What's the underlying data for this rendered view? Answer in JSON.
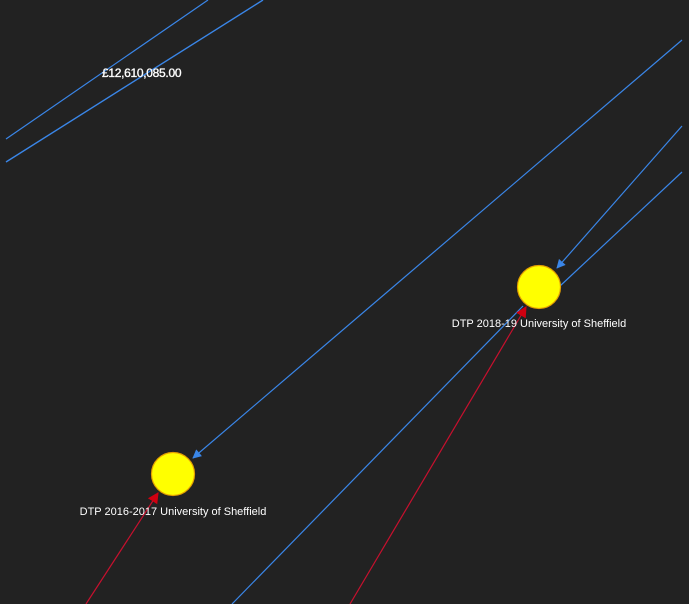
{
  "graph": {
    "colors": {
      "background": "#222222",
      "funding_edge": "#3a86e8",
      "red_edge": "#c8102e",
      "node_fill": "#ffff00",
      "node_stroke": "#e5a000",
      "label_text": "#ffffff"
    },
    "edge_labels": [
      {
        "text": "£12,610,085.00"
      }
    ],
    "nodes": [
      {
        "label": "DTP 2018-19 University of Sheffield"
      },
      {
        "label": "DTP 2016-2017 University of Sheffield"
      }
    ]
  }
}
